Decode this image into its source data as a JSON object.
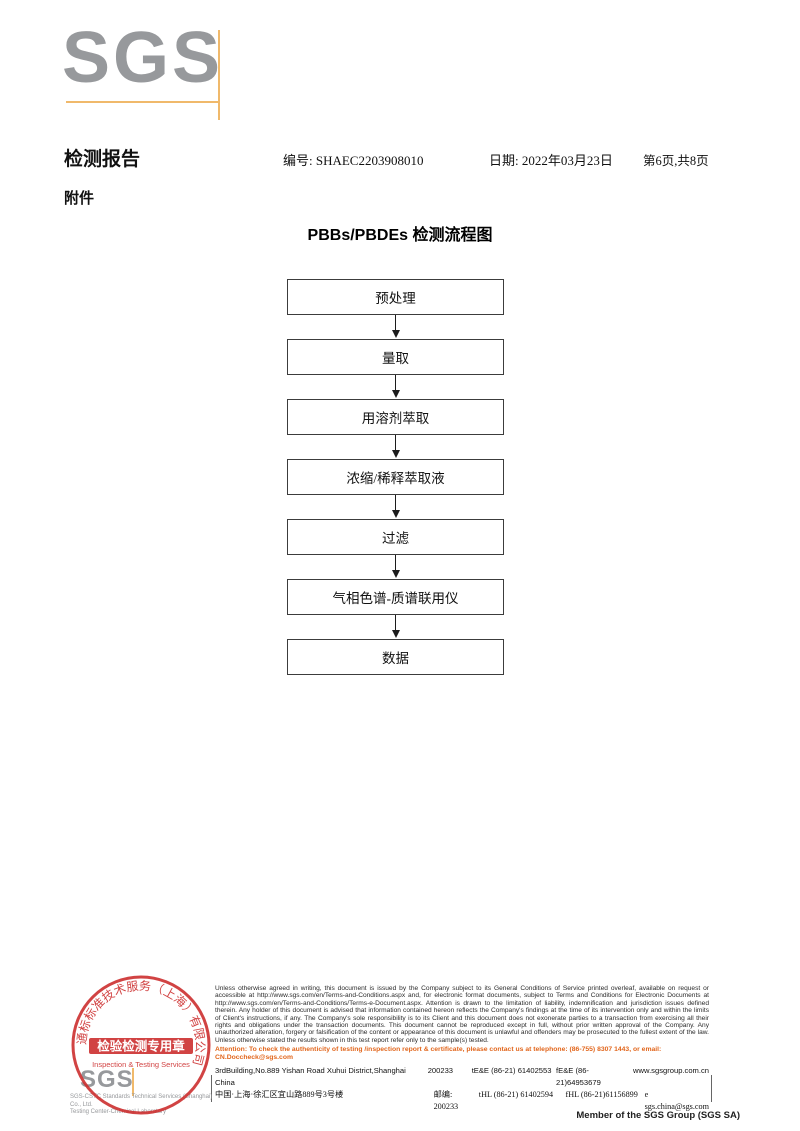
{
  "colors": {
    "logo_gray": "#97999c",
    "accent_orange": "#f0b96b",
    "stamp_red": "#cd2f2f",
    "attention_orange": "#e2661c"
  },
  "logo": {
    "text": "SGS"
  },
  "header": {
    "report_title": "检测报告",
    "report_no": "编号: SHAEC2203908010",
    "date": "日期: 2022年03月23日",
    "page_info": "第6页,共8页",
    "attachment": "附件"
  },
  "flowchart": {
    "title": "PBBs/PBDEs 检测流程图",
    "steps": [
      "预处理",
      "量取",
      "用溶剂萃取",
      "浓缩/稀释萃取液",
      "过滤",
      "气相色谱-质谱联用仪",
      "数据"
    ]
  },
  "stamp": {
    "ring_text": "通标标准技术服务（上海）有限公司",
    "center_text": "检验检测专用章",
    "center_sub": "Inspection & Testing Services",
    "company_line1": "SGS-CSTC Standards Technical Services (Shanghai) Co., Ltd.",
    "company_line2": "Testing Center-Chemical Laboratory"
  },
  "footer": {
    "disclaimer": "Unless otherwise agreed in writing, this document is issued by the Company subject to its General Conditions of Service printed overleaf, available on request or accessible at http://www.sgs.com/en/Terms-and-Conditions.aspx and, for electronic format documents, subject to Terms and Conditions for Electronic Documents at http://www.sgs.com/en/Terms-and-Conditions/Terms-e-Document.aspx. Attention is drawn to the limitation of liability, indemnification and jurisdiction issues defined therein. Any holder of this document is advised that information contained hereon reflects the Company's findings at the time of its intervention only and within the limits of Client's instructions, if any. The Company's sole responsibility is to its Client and this document does not exonerate parties to a transaction from exercising all their rights and obligations under the transaction documents. This document cannot be reproduced except in full, without prior written approval of the Company. Any unauthorized alteration, forgery or falsification of the content or appearance of this document is unlawful and offenders may be prosecuted to the fullest extent of the law. Unless otherwise stated the results shown in this test report refer only to the sample(s) tested.",
    "attention": "Attention: To check the authenticity of testing /inspection report & certificate, please contact us at telephone: (86-755) 8307 1443, or email: CN.Doccheck@sgs.com",
    "address_en": {
      "addr": "3rdBuilding,No.889 Yishan Road Xuhui District,Shanghai China",
      "post": "200233",
      "tel": "tE&E (86-21) 61402553",
      "fax": "fE&E (86-21)64953679",
      "site": "www.sgsgroup.com.cn"
    },
    "address_cn": {
      "addr": "中国·上海·徐汇区宜山路889号3号楼",
      "post": "邮编: 200233",
      "tel": "tHL (86-21) 61402594",
      "fax": "fHL (86-21)61156899",
      "site": "e  sgs.china@sgs.com"
    },
    "member": "Member of the SGS Group (SGS SA)"
  }
}
